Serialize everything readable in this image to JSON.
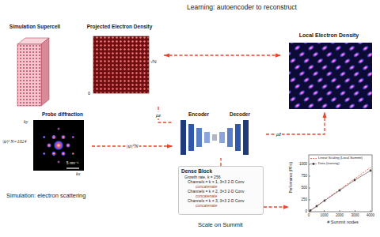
{
  "diagram": {
    "title": "Learning: autoencoder to reconstruct",
    "nodes": [
      {
        "text": [
          "Simulation Supercell"
        ]
      },
      {
        "text": [
          "Projected Electron Density"
        ]
      },
      {
        "text": [
          "Local Electron Density"
        ]
      },
      {
        "text": [
          "Probe diffraction"
        ]
      },
      {
        "text": [
          "Encoder",
          "Decoder"
        ]
      },
      {
        "text": [
          "Dense Block",
          "Growth rate, k = 256",
          "Channels = k × 1, 3×3 2-D Conv",
          "concatenate",
          "Channels = k × 2, 3×3 2-D Conv",
          "concatenate",
          "Channels = k × 3, 3×3 2-D Conv",
          "concatenate"
        ]
      },
      {
        "text": [
          "# Summit nodes"
        ]
      }
    ],
    "edges": [
      {
        "from": 1,
        "to": 2,
        "arrow": "both"
      },
      {
        "from": 3,
        "to": 4,
        "arrow": "to",
        "label": "|ψ|²N"
      },
      {
        "from": 1,
        "to": 4,
        "arrow": "none",
        "label": "ρz"
      },
      {
        "from": 4,
        "to": 2,
        "arrow": "to",
        "label": "ρ̂z"
      },
      {
        "from": 5,
        "to": 4,
        "arrow": "none"
      },
      {
        "from": 5,
        "to": 6,
        "arrow": "to"
      }
    ],
    "labels": [
      "√N",
      "0",
      "ky",
      "kx",
      "5 nm⁻¹",
      "|ψ|² N=1024",
      "Simulation: electron scattering",
      "Scale on Summit",
      "Performance (PF/s)",
      "0",
      "250",
      "500",
      "750",
      "1000",
      "0",
      "1000",
      "2000",
      "3000",
      "4000"
    ],
    "legend": [
      {
        "text": "Linear Scaling (Local Summit)"
      },
      {
        "text": "Data (training)"
      }
    ]
  }
}
